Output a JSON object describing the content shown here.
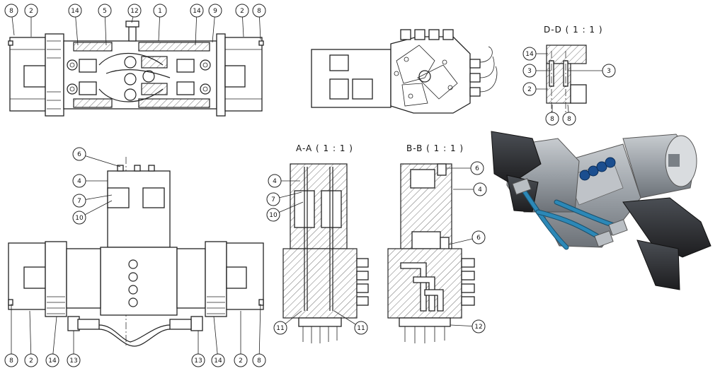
{
  "section_titles": {
    "dd": "D-D ( 1 : 1 )",
    "aa": "A-A ( 1 : 1 )",
    "bb": "B-B ( 1 : 1 )"
  },
  "balloons": {
    "top_view": [
      "8",
      "2",
      "14",
      "5",
      "12",
      "1",
      "14",
      "9",
      "2",
      "8"
    ],
    "section_dd": [
      "14",
      "3",
      "3",
      "2",
      "8",
      "8"
    ],
    "front_view": [
      "6",
      "4",
      "7",
      "10",
      "8",
      "2",
      "14",
      "13",
      "13",
      "14",
      "2",
      "8"
    ],
    "section_aa": [
      "4",
      "7",
      "10",
      "11",
      "11"
    ],
    "section_bb": [
      "6",
      "4",
      "6",
      "12"
    ]
  },
  "colors": {
    "line": "#222222",
    "tube_blue": "#2c88b7",
    "body_grey": "#9aa0a6",
    "jaw_black": "#1d1d1f"
  }
}
